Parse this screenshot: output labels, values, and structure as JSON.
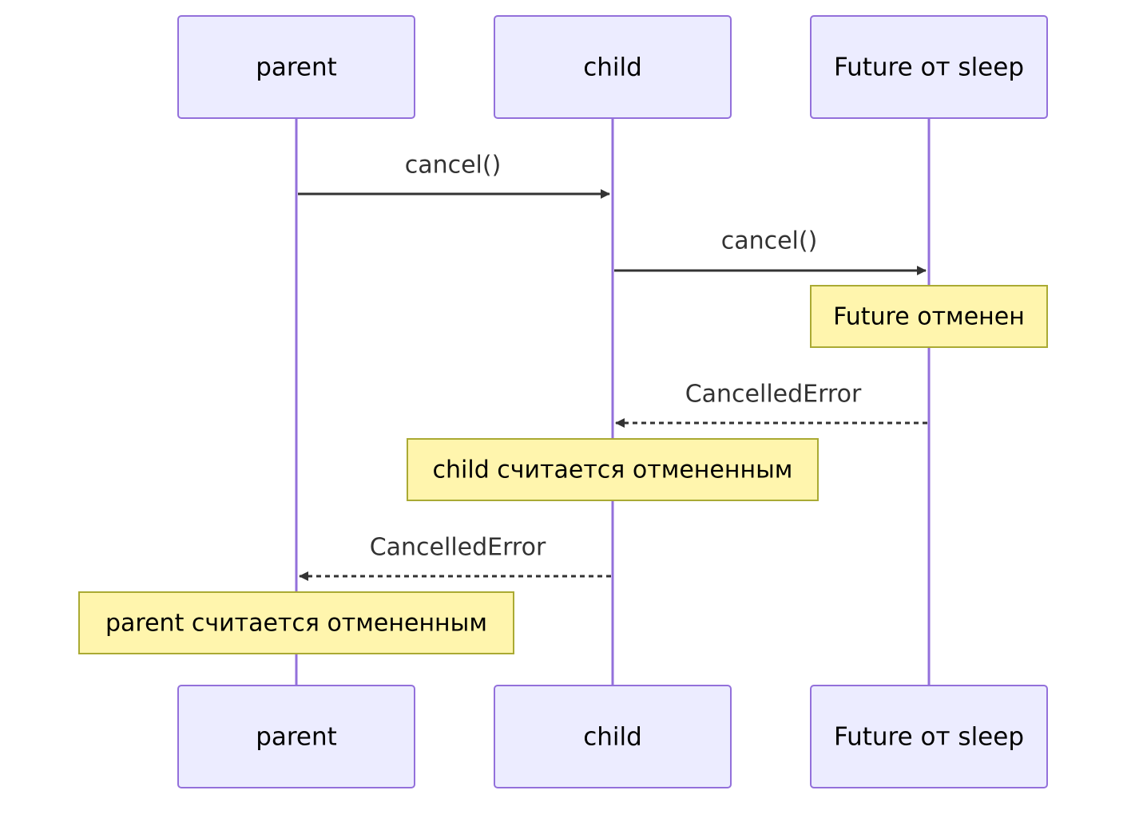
{
  "participants": [
    {
      "id": "parent",
      "label": "parent"
    },
    {
      "id": "child",
      "label": "child"
    },
    {
      "id": "future",
      "label": "Future от sleep"
    }
  ],
  "messages": [
    {
      "from": "parent",
      "to": "child",
      "label": "cancel()",
      "style": "solid"
    },
    {
      "from": "child",
      "to": "future",
      "label": "cancel()",
      "style": "solid"
    },
    {
      "from": "future",
      "to": "child",
      "label": "CancelledError",
      "style": "dashed"
    },
    {
      "from": "child",
      "to": "parent",
      "label": "CancelledError",
      "style": "dashed"
    }
  ],
  "notes": [
    {
      "over": "future",
      "text": "Future отменен"
    },
    {
      "over": "child",
      "text": "child считается отмененным"
    },
    {
      "over": "parent",
      "text": "parent считается отмененным"
    }
  ],
  "colors": {
    "actor_fill": "#ececff",
    "actor_stroke": "#9370db",
    "lifeline": "#9370db",
    "message": "#333333",
    "note_fill": "#fff5ad",
    "note_stroke": "#aaaa33"
  }
}
